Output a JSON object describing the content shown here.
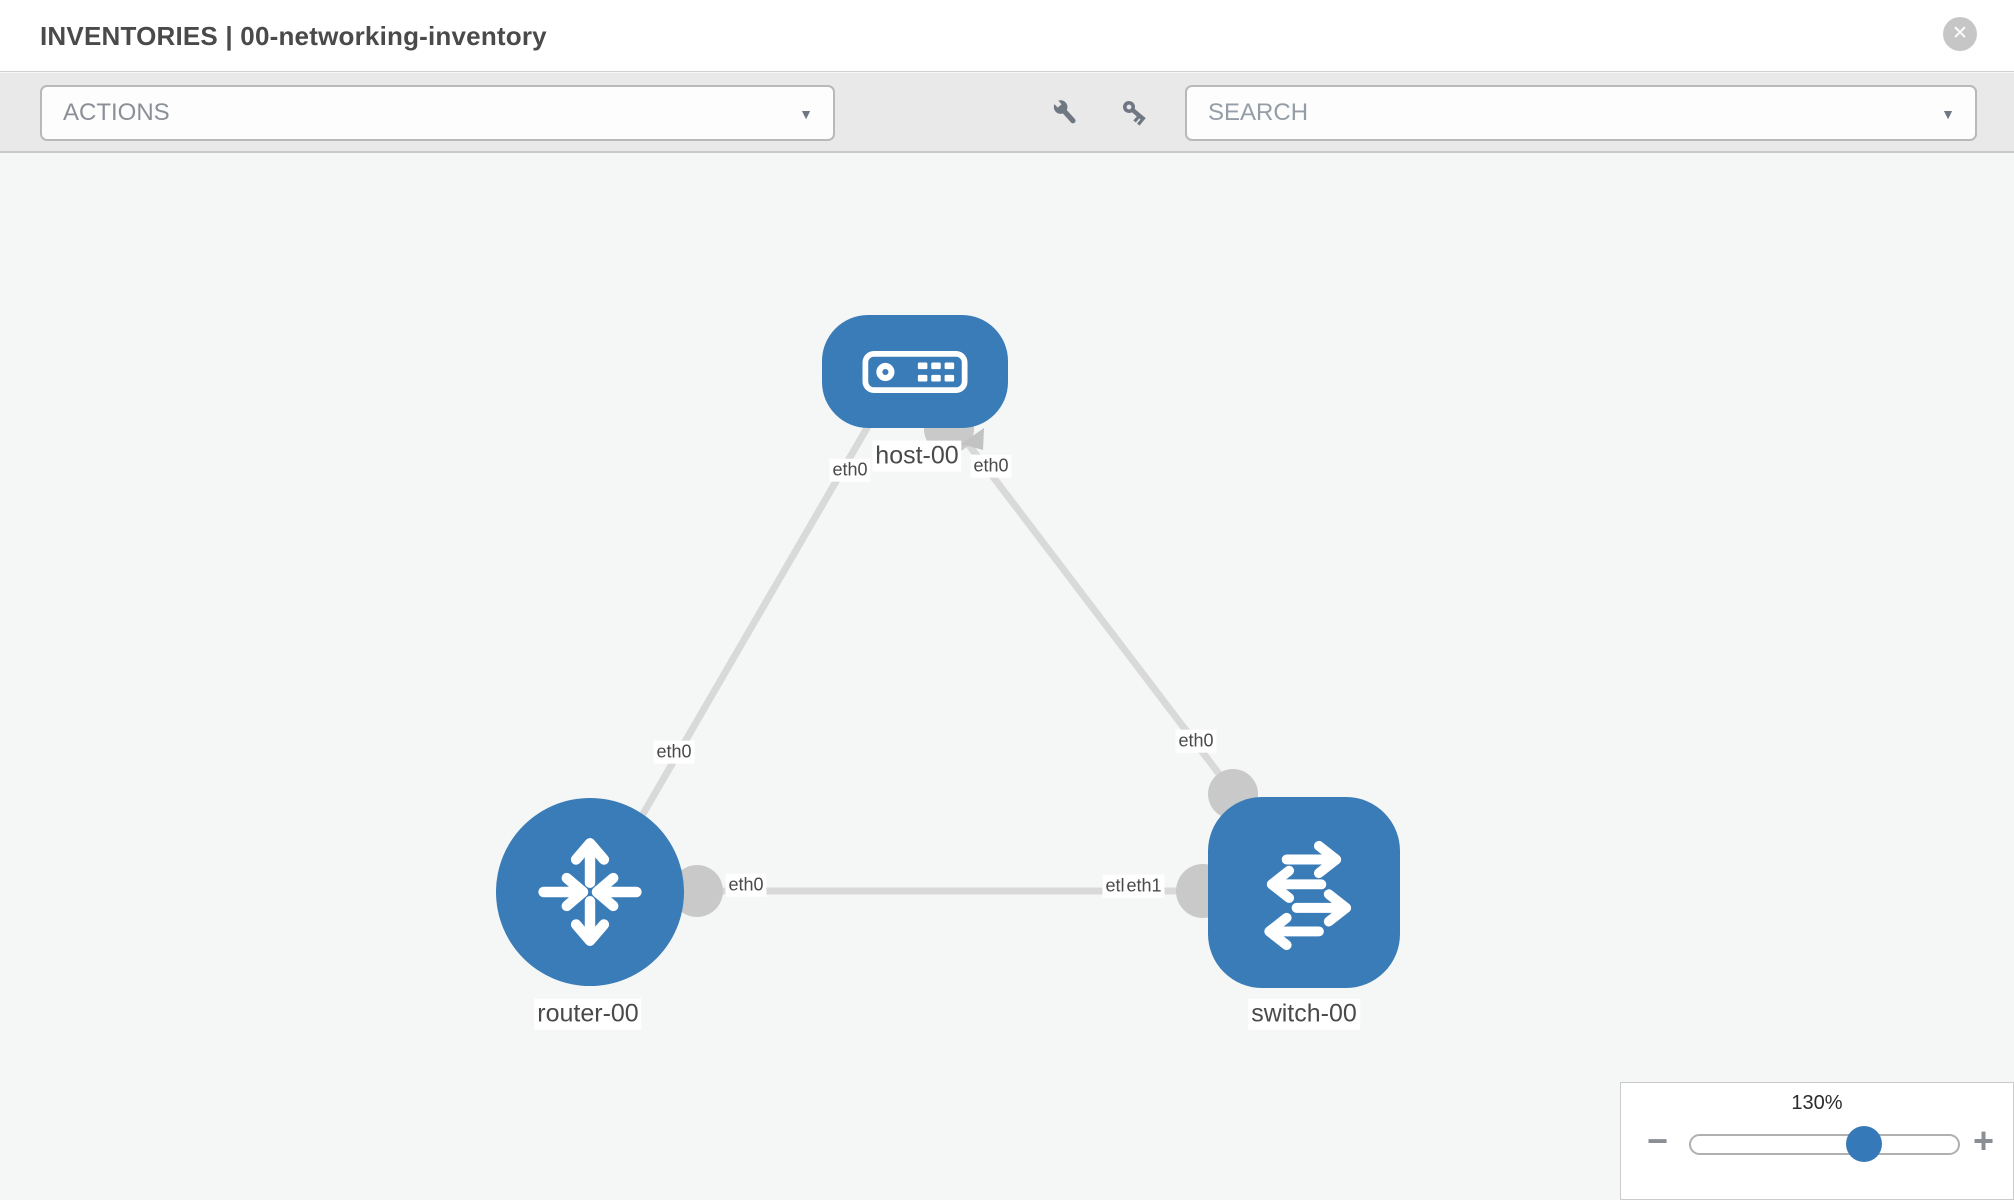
{
  "header": {
    "title": "INVENTORIES | 00-networking-inventory",
    "close_label": "✕"
  },
  "toolbar": {
    "actions_label": "ACTIONS",
    "search_placeholder": "SEARCH"
  },
  "topology": {
    "nodes": [
      {
        "id": "host-00",
        "type": "host",
        "label": "host-00"
      },
      {
        "id": "router-00",
        "type": "router",
        "label": "router-00"
      },
      {
        "id": "switch-00",
        "type": "switch",
        "label": "switch-00"
      }
    ],
    "links": [
      {
        "source": "host-00",
        "source_interface": "eth0",
        "target": "router-00",
        "target_interface": "eth0"
      },
      {
        "source": "host-00",
        "source_interface": "eth0",
        "target": "switch-00",
        "target_interface": "eth0"
      },
      {
        "source": "router-00",
        "source_interface": "eth0",
        "target": "switch-00",
        "target_interface": "eth1"
      }
    ],
    "iface_labels": {
      "host_to_router_at_host": "eth0",
      "host_to_switch_at_host": "eth0",
      "host_to_router_at_router": "eth0",
      "host_to_switch_at_switch": "eth0",
      "router_to_switch_at_router": "eth0",
      "router_to_switch_at_switch_under": "eth0",
      "router_to_switch_at_switch_over": "eth1"
    }
  },
  "zoom_control": {
    "level": "130%",
    "minus_label": "−",
    "plus_label": "+"
  },
  "colors": {
    "node_blue": "#3a7cb8",
    "port_gray": "#c9c9c9",
    "edge_gray": "#d9d9d9",
    "slider_handle_blue": "#3579b8",
    "toolbar_bg": "#e9e9e9",
    "canvas_bg": "#f5f6f6"
  }
}
